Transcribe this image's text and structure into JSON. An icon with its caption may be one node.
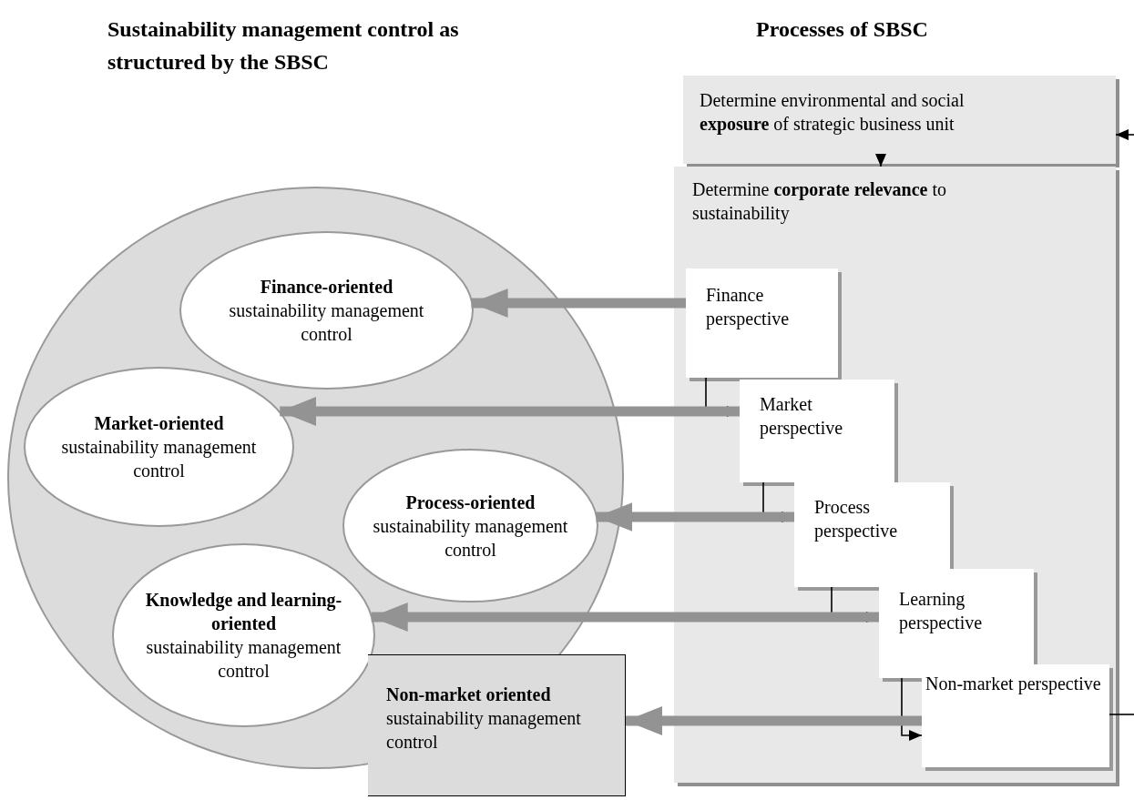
{
  "diagram": {
    "nodes": [
      {
        "text": [
          "Determine environmental and social **exposure** of strategic business unit"
        ]
      },
      {
        "text": [
          "Determine **corporate relevance** to sustainability"
        ]
      },
      {
        "text": [
          "Finance perspective"
        ],
        "in": 1
      },
      {
        "text": [
          "Market perspective"
        ],
        "in": 1
      },
      {
        "text": [
          "Process perspective"
        ],
        "in": 1
      },
      {
        "text": [
          "Learning perspective"
        ],
        "in": 1
      },
      {
        "text": [
          "Non-market perspective"
        ],
        "in": 1
      },
      {
        "text": [],
        "shape": "circle"
      },
      {
        "text": [
          "Finance-oriented",
          "sustainability management control"
        ],
        "in": 7
      },
      {
        "text": [
          "Market-oriented",
          "sustainability management control"
        ],
        "in": 7
      },
      {
        "text": [
          "Process-oriented",
          "sustainability management control"
        ],
        "in": 7
      },
      {
        "text": [
          "Knowledge and learning-oriented",
          "sustainability management control"
        ],
        "in": 7
      },
      {
        "text": [
          "Non-market oriented",
          "sustainability management control"
        ]
      }
    ],
    "edges": [
      {
        "from": 0,
        "to": 1,
        "arrow": "to"
      },
      {
        "from": 2,
        "to": 3,
        "arrow": "to"
      },
      {
        "from": 3,
        "to": 4,
        "arrow": "to"
      },
      {
        "from": 4,
        "to": 5,
        "arrow": "to"
      },
      {
        "from": 5,
        "to": 6,
        "arrow": "to"
      },
      {
        "from": 2,
        "to": 8,
        "arrow": "to",
        "style": "thick",
        "color": "#939393"
      },
      {
        "from": 3,
        "to": 9,
        "arrow": "to",
        "style": "thick",
        "color": "#939393"
      },
      {
        "from": 4,
        "to": 10,
        "arrow": "to",
        "style": "thick",
        "color": "#939393"
      },
      {
        "from": 5,
        "to": 11,
        "arrow": "to",
        "style": "thick",
        "color": "#939393"
      },
      {
        "from": 6,
        "to": 12,
        "arrow": "to",
        "style": "thick",
        "color": "#939393"
      },
      {
        "from": null,
        "to": 0,
        "arrow": "to"
      },
      {
        "from": 6,
        "to": null,
        "arrow": "none"
      }
    ],
    "labels": [
      "Sustainability management control as structured by the SBSC",
      "Processes of SBSC"
    ]
  }
}
